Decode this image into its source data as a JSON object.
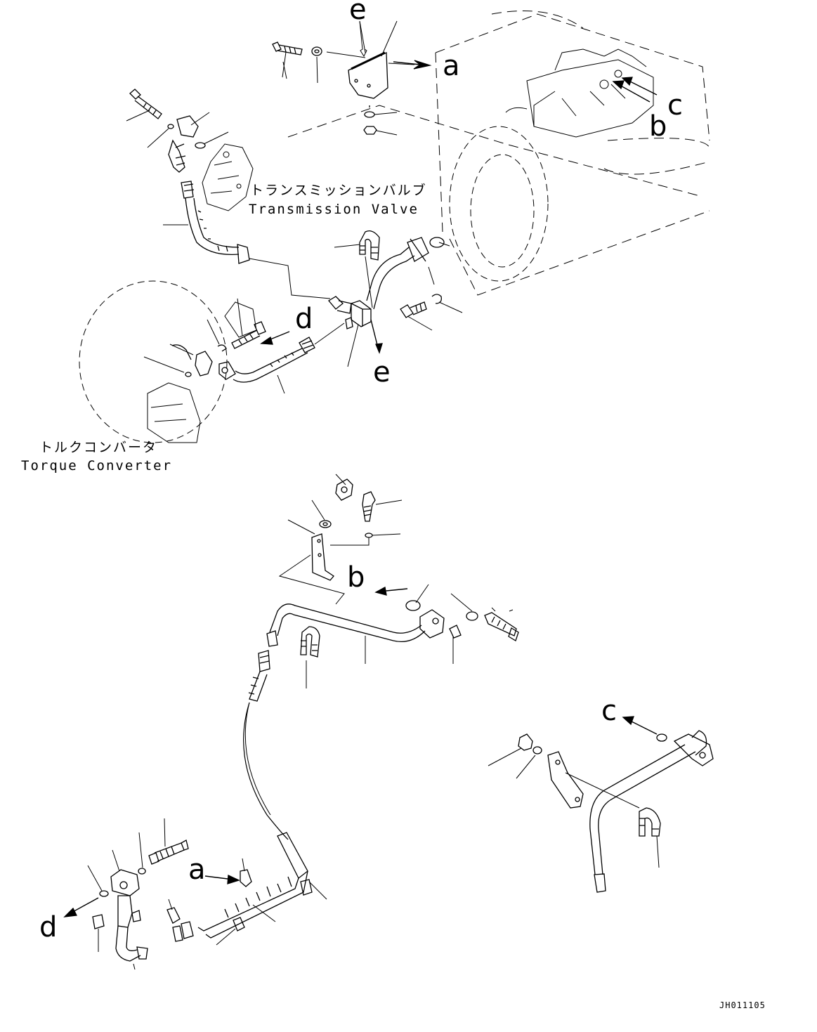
{
  "labels": {
    "transmission_valve_jp": "トランスミッションバルブ",
    "transmission_valve_en": "Transmission Valve",
    "torque_converter_jp": "トルクコンバータ",
    "torque_converter_en": "Torque Converter",
    "drawing_number": "JH011105"
  },
  "callouts": {
    "a": "a",
    "b": "b",
    "c": "c",
    "d": "d",
    "e": "e"
  },
  "colors": {
    "line": "#000000",
    "background": "#ffffff"
  }
}
